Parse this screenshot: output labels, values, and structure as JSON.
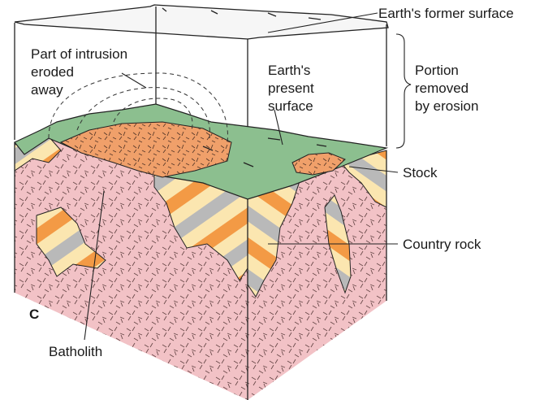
{
  "labels": {
    "former_surface": "Earth's former surface",
    "intrusion_eroded_1": "Part of intrusion",
    "intrusion_eroded_2": "eroded",
    "intrusion_eroded_3": "away",
    "present_surface_1": "Earth's",
    "present_surface_2": "present",
    "present_surface_3": "surface",
    "portion_removed_1": "Portion",
    "portion_removed_2": "removed",
    "portion_removed_3": "by erosion",
    "stock": "Stock",
    "country_rock": "Country rock",
    "batholith": "Batholith",
    "panel_letter": "C"
  },
  "colors": {
    "batholith_pink": "#f2c2c6",
    "stock_orange": "#f0a06a",
    "surface_green": "#8cbf8f",
    "band_gray": "#b9b9b9",
    "band_cream": "#fbe6b0",
    "band_orange": "#f39a45"
  }
}
